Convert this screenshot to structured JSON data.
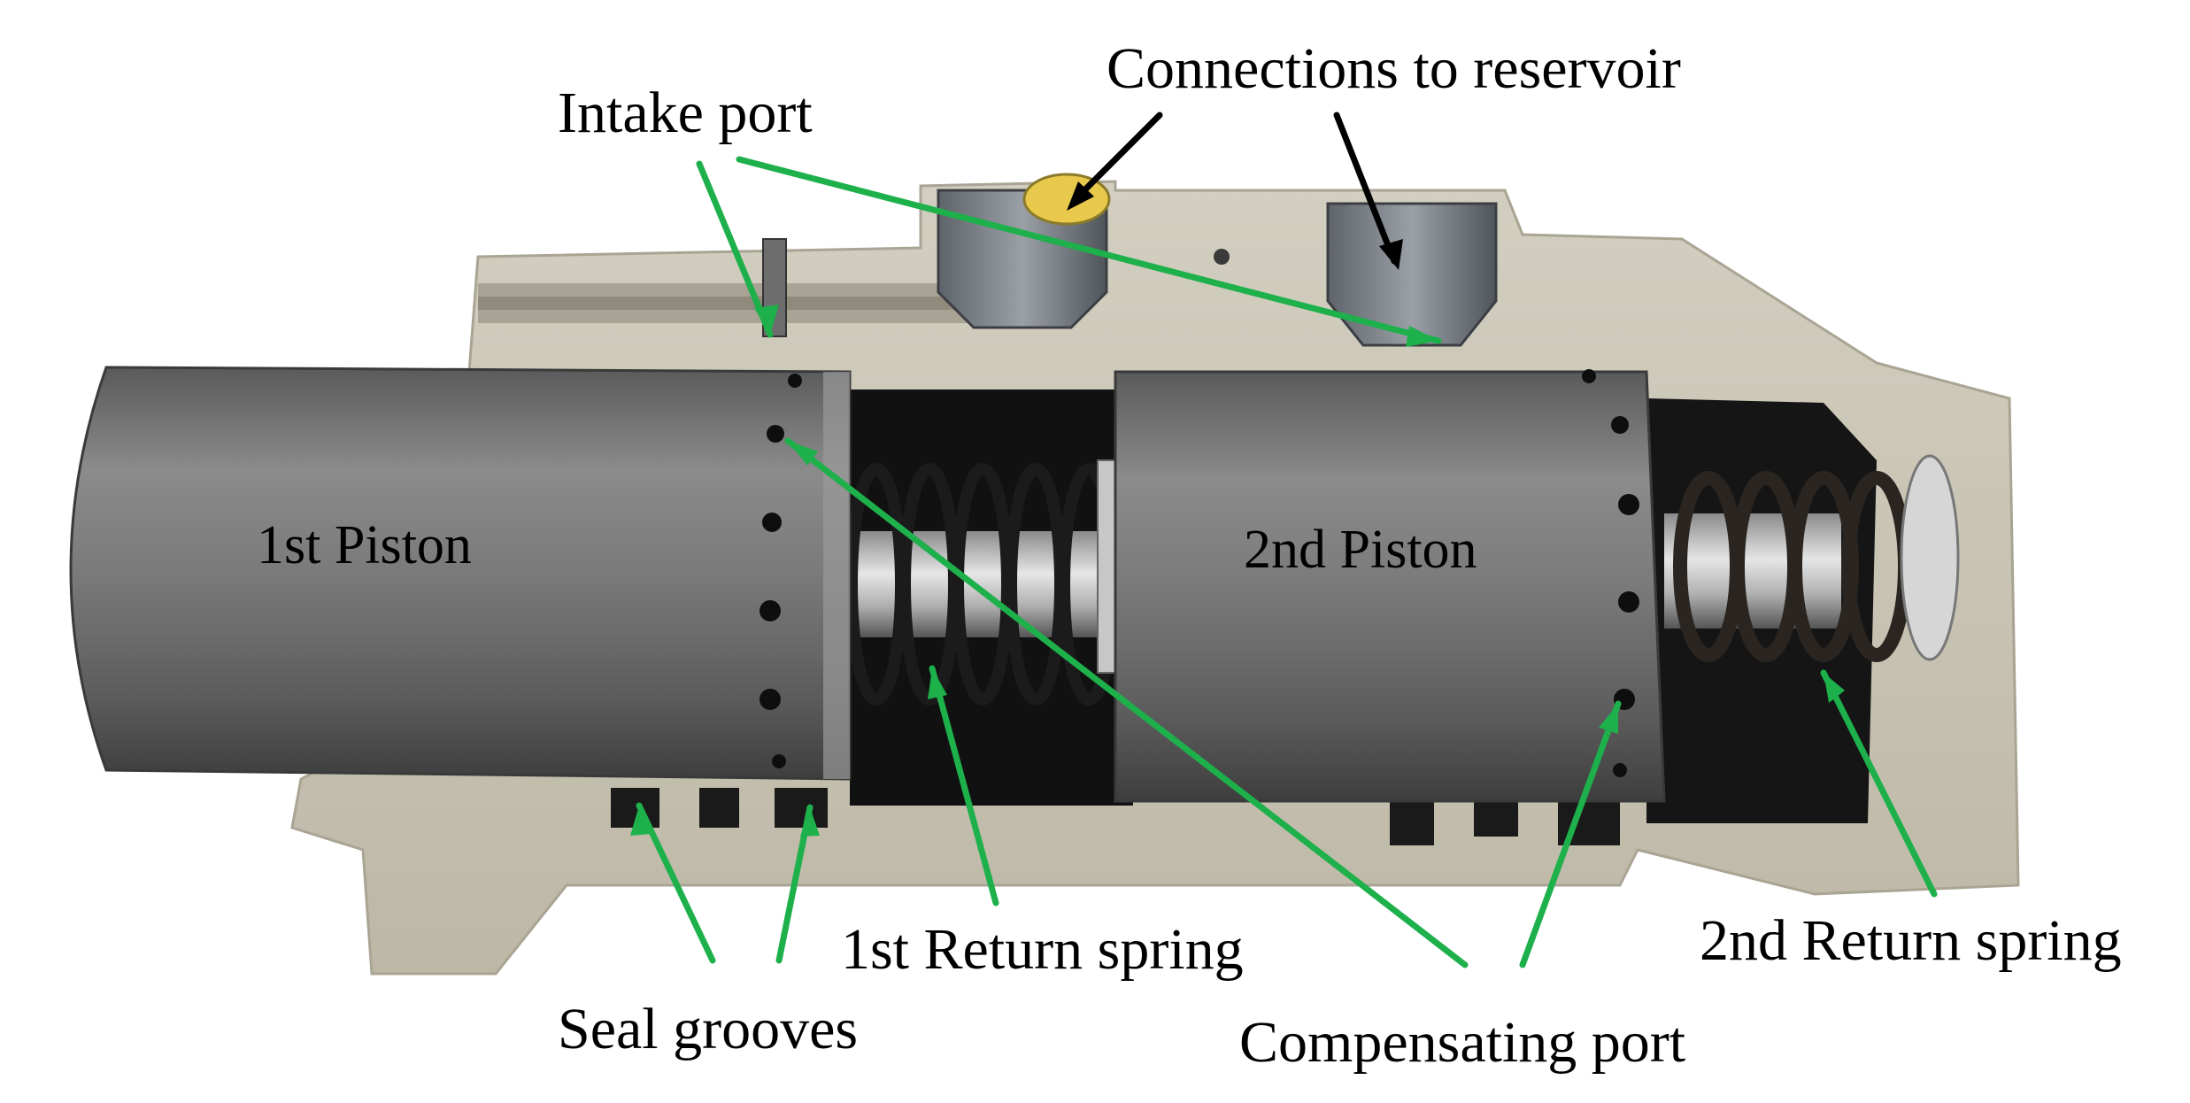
{
  "labels": {
    "intake_port": "Intake port",
    "connections_to_reservoir": "Connections to reservoir",
    "first_piston": "1st Piston",
    "second_piston": "2nd Piston",
    "first_return_spring": "1st Return spring",
    "second_return_spring": "2nd Return spring",
    "seal_grooves": "Seal grooves",
    "compensating_port": "Compensating port"
  },
  "colors": {
    "arrow_green": "#1db04b",
    "arrow_black": "#000000",
    "steel": "#6e6e6e",
    "housing": "#c9c4b4",
    "cavity": "#111111"
  }
}
